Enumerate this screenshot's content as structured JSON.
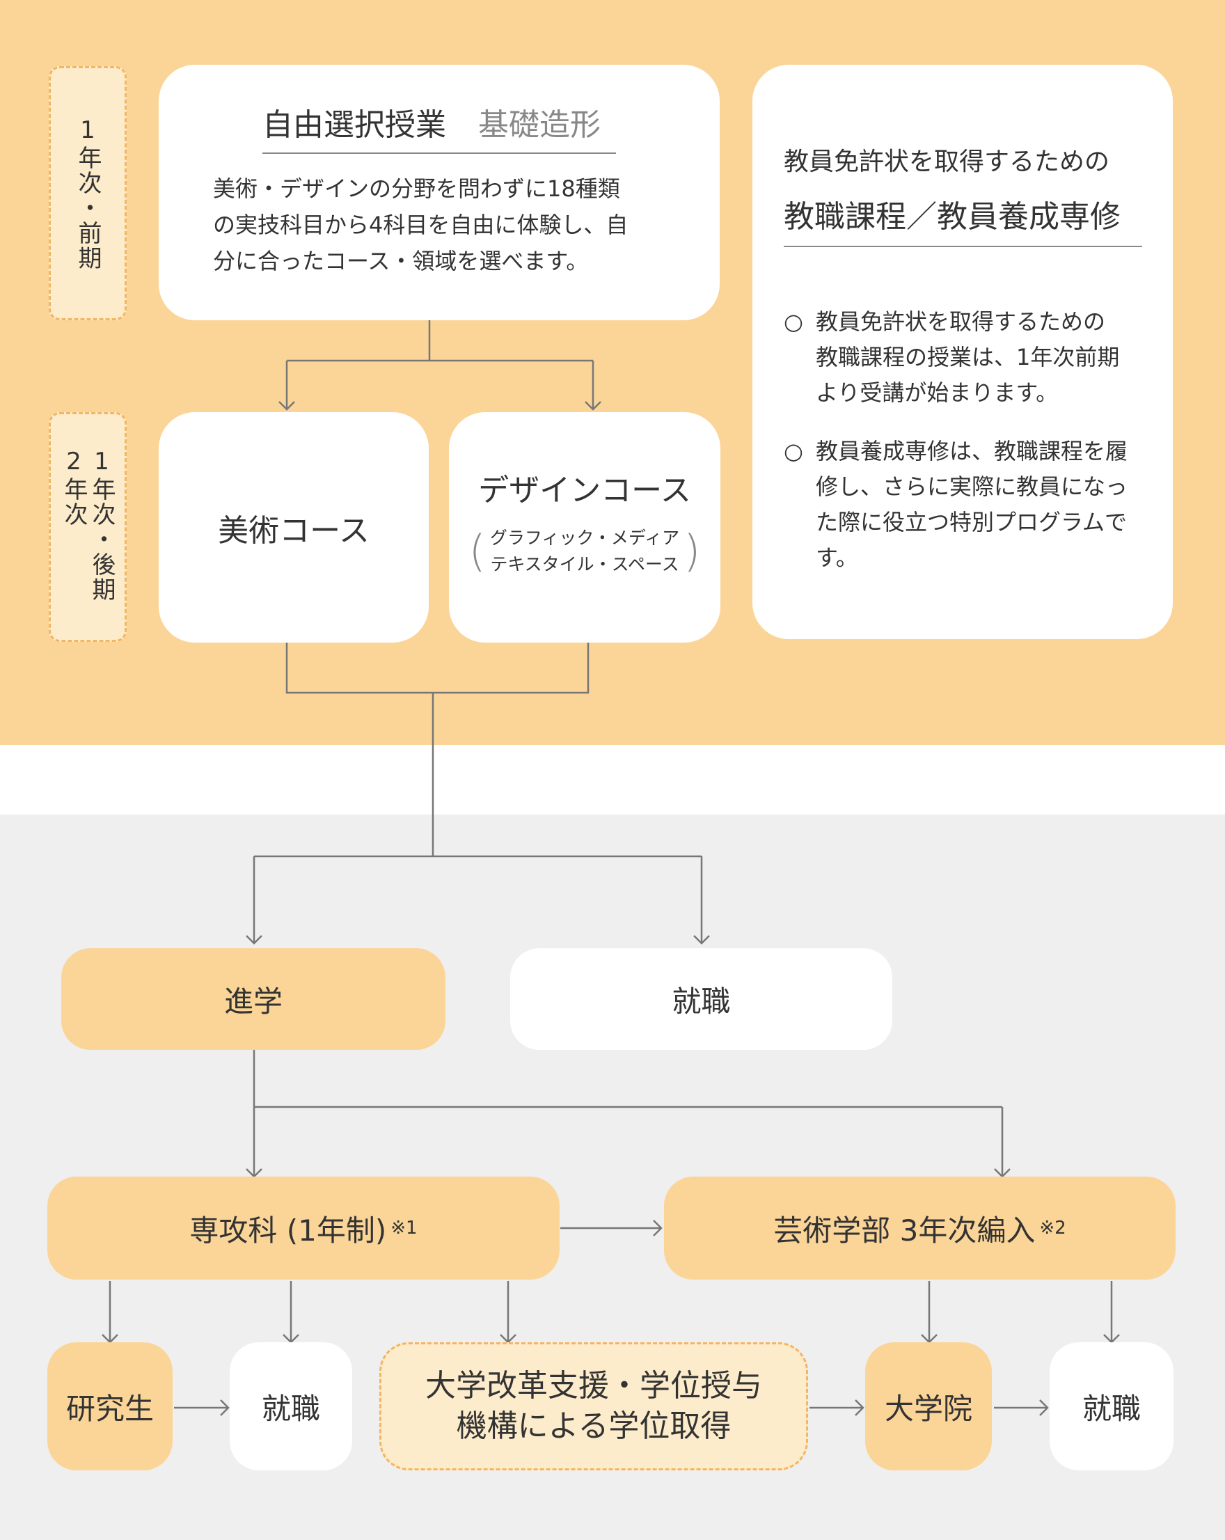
{
  "term1": {
    "chars": [
      "1",
      "年",
      "次",
      "・",
      "前",
      "期"
    ]
  },
  "term2": {
    "col_right": [
      "1",
      "年",
      "次",
      "・",
      "後",
      "期"
    ],
    "col_left": [
      "2",
      "年",
      "次"
    ]
  },
  "free_class": {
    "title": "自由選択授業",
    "subtitle": "基礎造形",
    "lines": [
      "美術・デザインの分野を問わずに18種類",
      "の実技科目から4科目を自由に体験し、自",
      "分に合ったコース・領域を選べます。"
    ]
  },
  "art_course": {
    "label": "美術コース"
  },
  "design_course": {
    "label": "デザインコース",
    "areas": [
      "グラフィック・メディア",
      "テキスタイル・スペース"
    ]
  },
  "teacher": {
    "lead": "教員免許状を取得するための",
    "title": "教職課程／教員養成専修",
    "bullet_mark": "○",
    "notes": [
      [
        "教員免許状を取得するための",
        "教職課程の授業は、1年次前期",
        "より受講が始まります。"
      ],
      [
        "教員養成専修は、教職課程を履",
        "修し、さらに実際に教員になっ",
        "た際に役立つ特別プログラムで",
        "す。"
      ]
    ]
  },
  "advance": {
    "label": "進学"
  },
  "job_top": {
    "label": "就職"
  },
  "senkou": {
    "label": "専攻科 (1年制)",
    "note": "※1"
  },
  "transfer": {
    "label": "芸術学部 3年次編入",
    "note": "※2"
  },
  "research": {
    "label": "研究生"
  },
  "job_a": {
    "label": "就職"
  },
  "niad": {
    "lines": [
      "大学改革支援・学位授与",
      "機構による学位取得"
    ]
  },
  "grad": {
    "label": "大学院"
  },
  "job_b": {
    "label": "就職"
  },
  "colors": {
    "orange": "#fbd598",
    "pale": "#fdeccb",
    "dash": "#f3b662",
    "line": "#777777",
    "gray": "#efefef"
  }
}
